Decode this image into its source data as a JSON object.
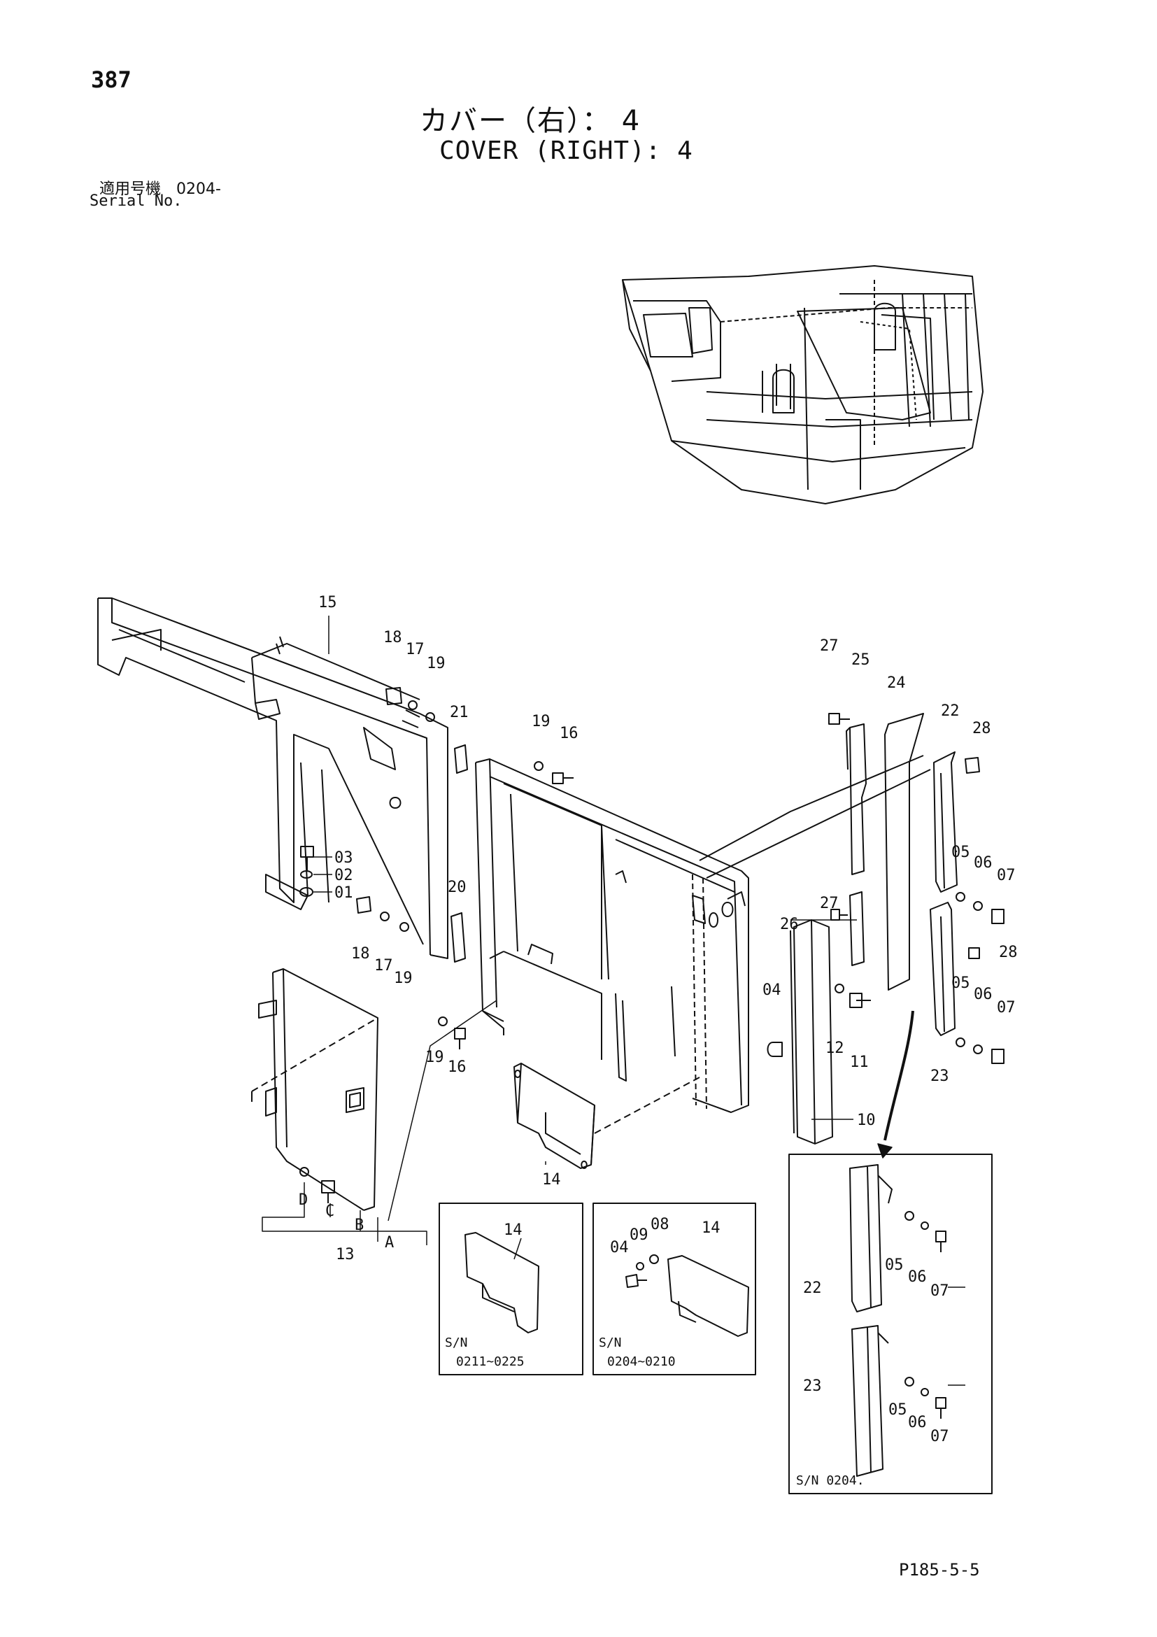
{
  "page_number": "387",
  "title_jp": "カバー（右）： 4",
  "title_en": "COVER (RIGHT): 4",
  "serial_label_jp": "適用号機　0204-",
  "serial_label_en": "Serial No.",
  "figure_code": "P185-5-5",
  "callouts": {
    "p15": "15",
    "p18a": "18",
    "p17a": "17",
    "p19a": "19",
    "p21": "21",
    "p19b": "19",
    "p16a": "16",
    "p03": "03",
    "p02": "02",
    "p01": "01",
    "p20": "20",
    "p18b": "18",
    "p17b": "17",
    "p19c": "19",
    "p19d": "19",
    "p16b": "16",
    "p04": "04",
    "p27a": "27",
    "p25": "25",
    "p24": "24",
    "p22": "22",
    "p28a": "28",
    "p05a": "05",
    "p06a": "06",
    "p07a": "07",
    "p27b": "27",
    "p26": "26",
    "p28b": "28",
    "p05b": "05",
    "p06b": "06",
    "p07b": "07",
    "p23": "23",
    "p12": "12",
    "p11": "11",
    "p10": "10",
    "p14": "14",
    "pD": "D",
    "pC": "C",
    "pB": "B",
    "pA": "A",
    "p13": "13"
  },
  "inset1": {
    "part": "14",
    "sn_label": "S/N",
    "sn_range": "0211~0225"
  },
  "inset2": {
    "part_04": "04",
    "part_09": "09",
    "part_08": "08",
    "part": "14",
    "sn_label": "S/N",
    "sn_range": "0204~0210"
  },
  "inset3": {
    "p22": "22",
    "p05a": "05",
    "p06a": "06",
    "p07a": "07",
    "p23": "23",
    "p05b": "05",
    "p06b": "06",
    "p07b": "07",
    "sn_label": "S/N 0204."
  }
}
